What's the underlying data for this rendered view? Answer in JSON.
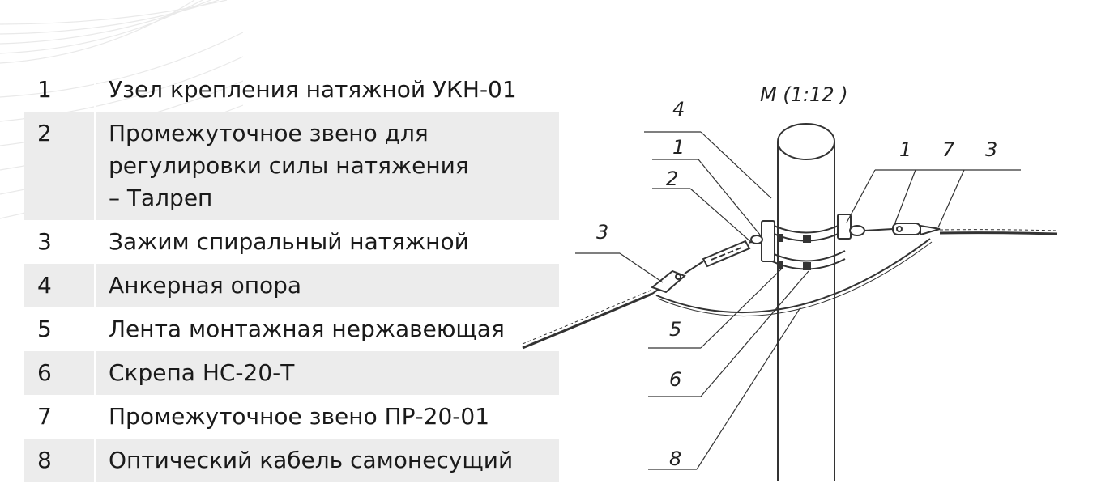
{
  "parts_table": {
    "rows": [
      {
        "num": "1",
        "name": "Узел крепления натяжной УКН-01"
      },
      {
        "num": "2",
        "name": "Промежуточное звено для регулировки силы натяжения – Талреп"
      },
      {
        "num": "3",
        "name": "Зажим спиральный натяжной"
      },
      {
        "num": "4",
        "name": "Анкерная опора"
      },
      {
        "num": "5",
        "name": "Лента монтажная нержавеющая"
      },
      {
        "num": "6",
        "name": "Скрепа НС-20-Т"
      },
      {
        "num": "7",
        "name": "Промежуточное звено ПР-20-01"
      },
      {
        "num": "8",
        "name": "Оптический кабель самонесущий"
      }
    ]
  },
  "drawing": {
    "scale_label": "М (1:12 )",
    "callouts": {
      "c4": "4",
      "c1_left": "1",
      "c2": "2",
      "c3_left": "3",
      "c1_right": "1",
      "c7": "7",
      "c3_right": "3",
      "c5": "5",
      "c6": "6",
      "c8": "8"
    }
  },
  "colors": {
    "row_shade": "#ececec",
    "text": "#1a1a1a",
    "line": "#333333"
  }
}
